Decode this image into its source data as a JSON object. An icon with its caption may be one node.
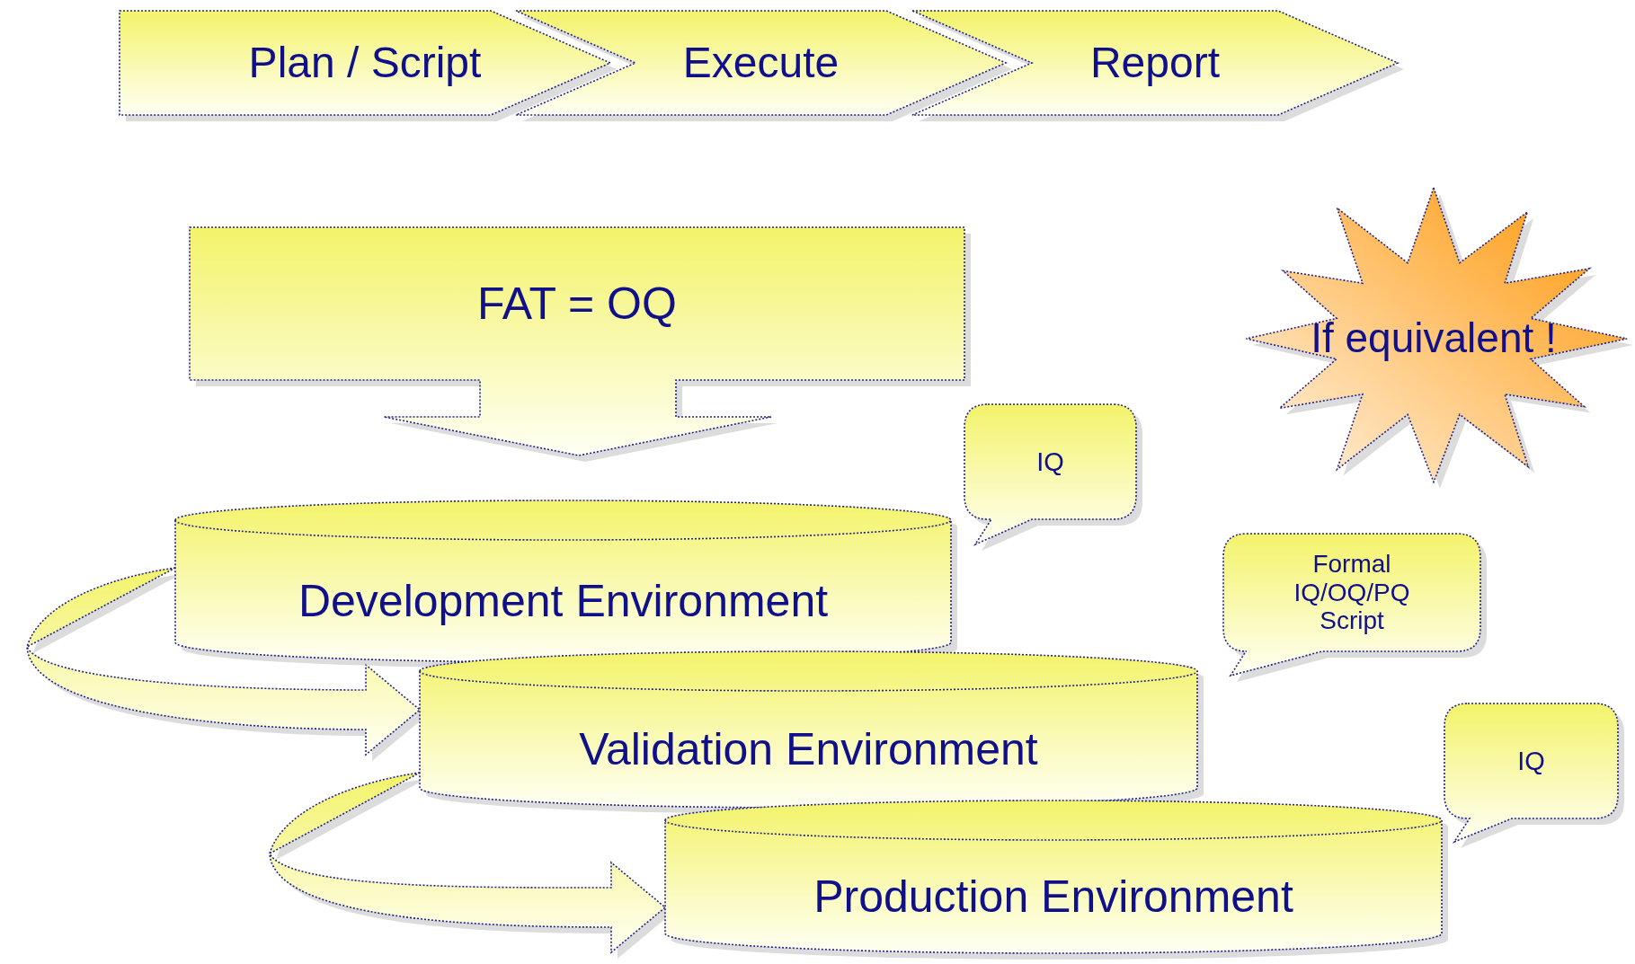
{
  "diagram": {
    "nodes": [
      {
        "text": [
          "Plan / Script"
        ]
      },
      {
        "text": [
          "Execute"
        ]
      },
      {
        "text": [
          "Report"
        ]
      },
      {
        "text": [
          "FAT = OQ"
        ]
      },
      {
        "text": [
          "If equivalent !"
        ]
      },
      {
        "text": [
          "IQ"
        ]
      },
      {
        "text": [
          "Development Environment"
        ]
      },
      {
        "text": [
          "Formal IQ/OQ/PQ Script"
        ]
      },
      {
        "text": [
          "Validation Environment"
        ]
      },
      {
        "text": [
          "IQ"
        ]
      },
      {
        "text": [
          "Production Environment"
        ]
      }
    ],
    "edges": [
      {
        "from": 6,
        "to": 8,
        "arrow": "to"
      },
      {
        "from": 8,
        "to": 10,
        "arrow": "to"
      }
    ]
  }
}
